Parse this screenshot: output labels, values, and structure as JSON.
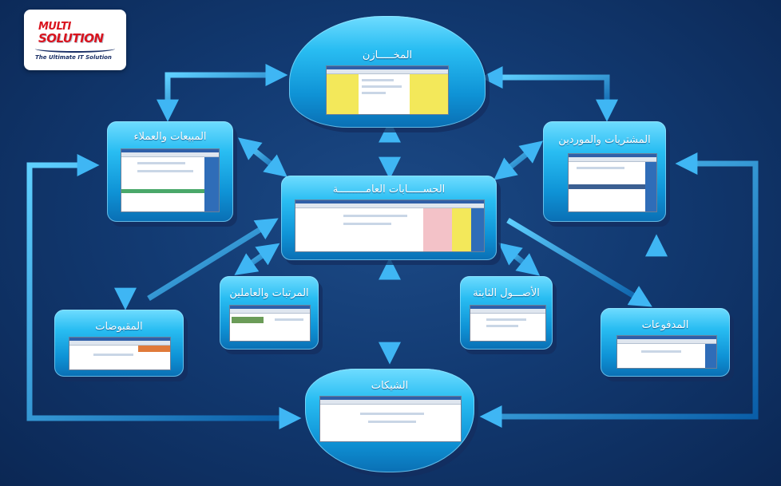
{
  "logo": {
    "line1": "MULTI",
    "line2": "SOLUTION",
    "tagline": "The Ultimate IT Solution"
  },
  "modules": {
    "warehouses": "المخـــــازن",
    "sales_customers": "المبيعات والعملاء",
    "purchases_suppliers": "المشتريات والموردين",
    "general_accounts": "الحســـــابات العامـــــــــة",
    "salaries_employees": "المرتبات والعاملين",
    "fixed_assets": "الأصـــول الثابتة",
    "receipts": "المقبوضات",
    "payments": "المدفوعات",
    "cheques": "الشيكات"
  },
  "colors": {
    "panel_light": "#6fdcff",
    "panel_dark": "#0a6fb4",
    "arrow_light": "#4fc3ff",
    "arrow_dark": "#0a5ea8",
    "background": "#123a72"
  }
}
